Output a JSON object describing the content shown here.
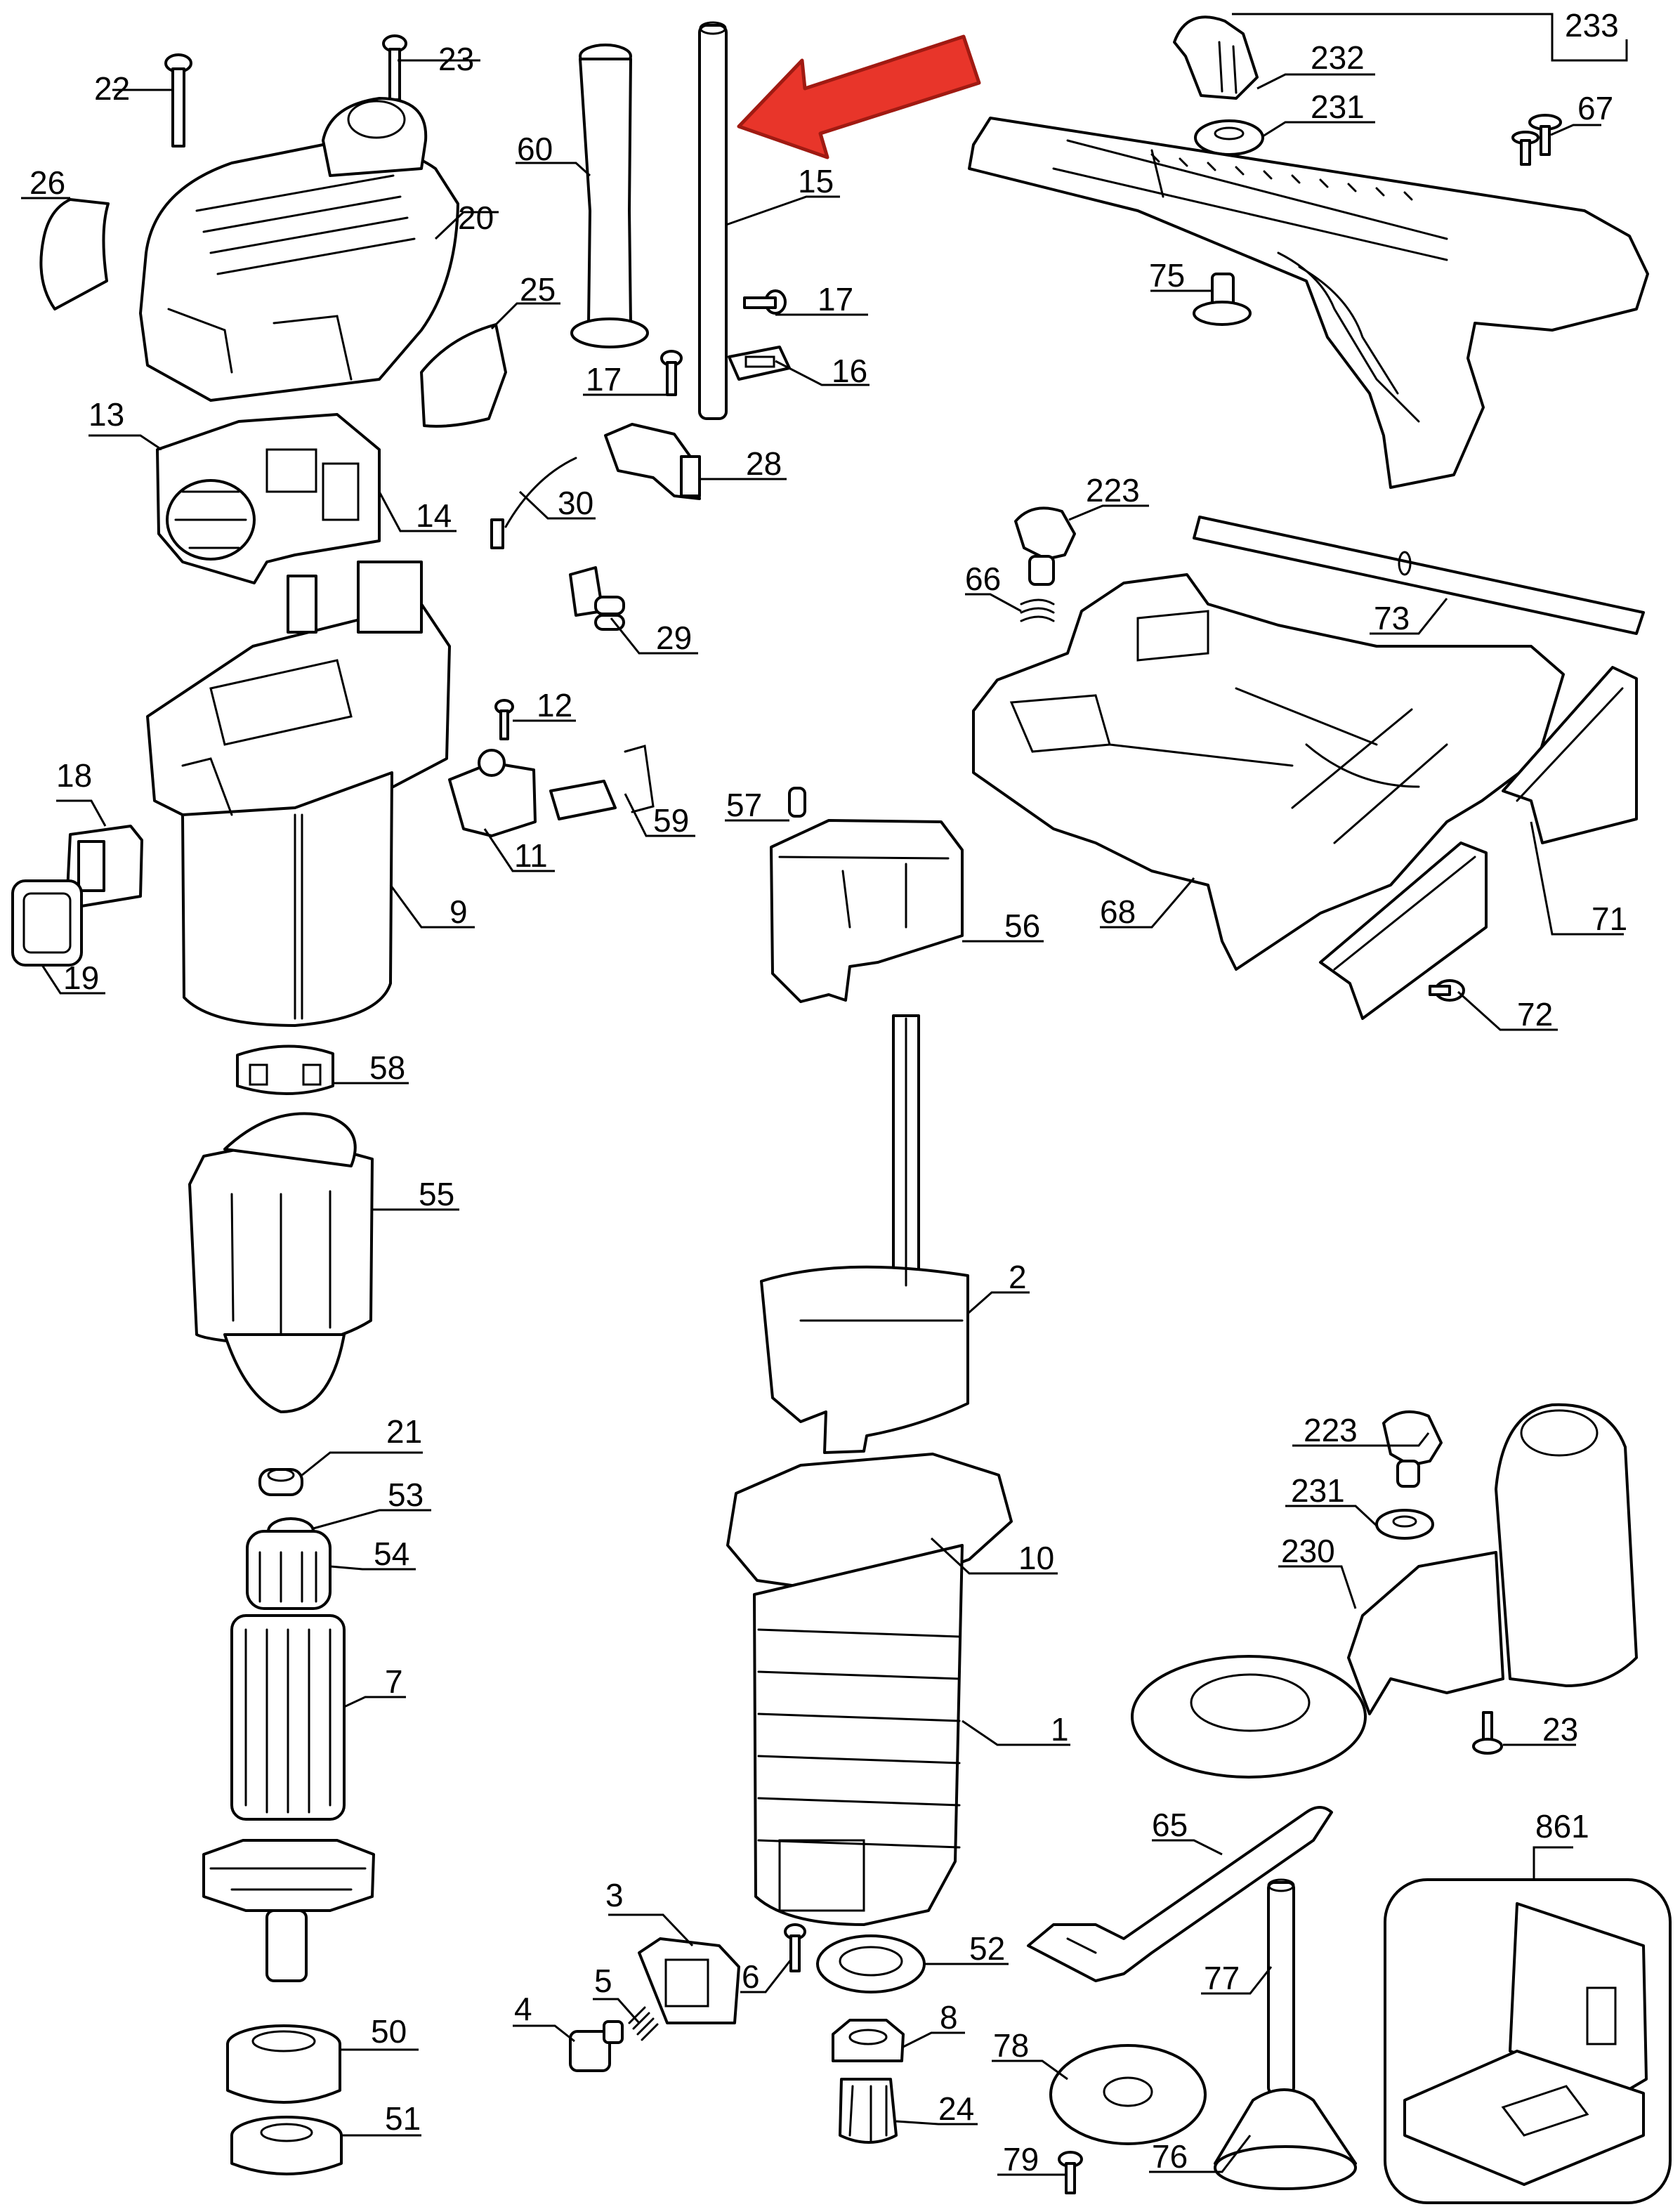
{
  "diagram": {
    "accent_color": "#e8352a",
    "pointer_icon": "red-arrow-icon",
    "callouts": {
      "c22": "22",
      "c23a": "23",
      "c26": "26",
      "c20": "20",
      "c25": "25",
      "c60": "60",
      "c15": "15",
      "c17a": "17",
      "c17b": "17",
      "c16": "16",
      "c28": "28",
      "c30": "30",
      "c13": "13",
      "c14": "14",
      "c29": "29",
      "c12": "12",
      "c11": "11",
      "c59": "59",
      "c18": "18",
      "c19": "19",
      "c9": "9",
      "c57": "57",
      "c56": "56",
      "c58": "58",
      "c55": "55",
      "c2": "2",
      "c21": "21",
      "c53": "53",
      "c54": "54",
      "c7": "7",
      "c10": "10",
      "c1": "1",
      "c3": "3",
      "c5": "5",
      "c4": "4",
      "c6": "6",
      "c52": "52",
      "c8": "8",
      "c24": "24",
      "c50": "50",
      "c51": "51",
      "c232": "232",
      "c233": "233",
      "c231a": "231",
      "c67": "67",
      "c75": "75",
      "c223a": "223",
      "c66": "66",
      "c73": "73",
      "c68": "68",
      "c71": "71",
      "c72": "72",
      "c223b": "223",
      "c231b": "231",
      "c230": "230",
      "c23b": "23",
      "c65": "65",
      "c861": "861",
      "c77": "77",
      "c78": "78",
      "c79": "79",
      "c76": "76"
    }
  }
}
